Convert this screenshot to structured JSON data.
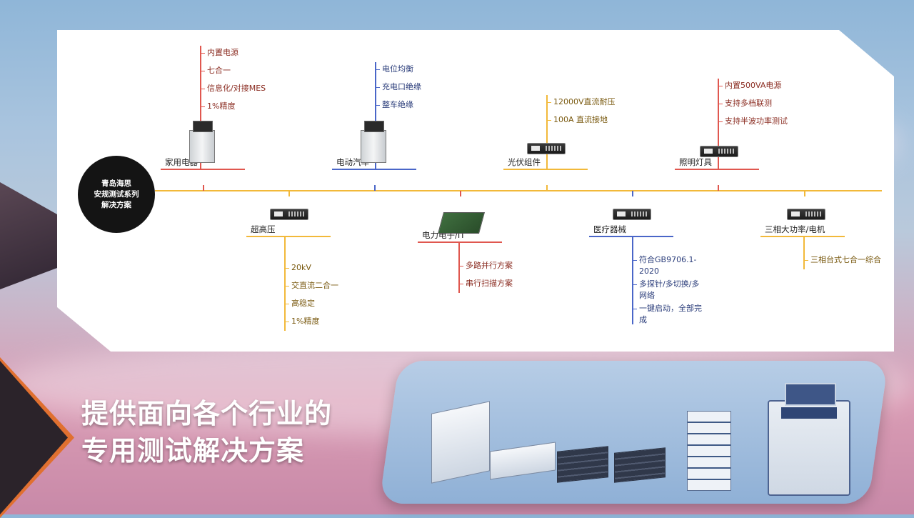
{
  "center": {
    "lines": [
      "青岛海思",
      "安规测试系列",
      "解决方案"
    ]
  },
  "categories": [
    {
      "name": "家用电器",
      "color": "#e0574f",
      "items": [
        "内置电源",
        "七合一",
        "信息化/对接MES",
        "1%精度"
      ]
    },
    {
      "name": "超高压",
      "color": "#f2b93a",
      "items": [
        "20kV",
        "交直流二合一",
        "高稳定",
        "1%精度"
      ]
    },
    {
      "name": "电动汽车",
      "color": "#4a66c8",
      "items": [
        "电位均衡",
        "充电口绝缘",
        "整车绝缘"
      ]
    },
    {
      "name": "电力电子/IT",
      "color": "#e0574f",
      "items": [
        "多路并行方案",
        "串行扫描方案"
      ]
    },
    {
      "name": "光伏组件",
      "color": "#f2b93a",
      "items": [
        "12000V直流耐压",
        "100A 直流接地"
      ]
    },
    {
      "name": "医疗器械",
      "color": "#4a66c8",
      "items": [
        "符合GB9706.1-2020",
        "多探针/多切换/多网络",
        "一键启动，全部完成"
      ]
    },
    {
      "name": "照明灯具",
      "color": "#e0574f",
      "items": [
        "内置500VA电源",
        "支持多档联测",
        "支持半波功率测试"
      ]
    },
    {
      "name": "三相大功率/电机",
      "color": "#f2b93a",
      "items": [
        "三相台式七合一综合"
      ]
    }
  ],
  "headline": {
    "line1": "提供面向各个行业的",
    "line2": "专用测试解决方案"
  },
  "colors": {
    "timeline": "#f2b93a",
    "red": "#e0574f",
    "yellow": "#f2b93a",
    "blue": "#4a66c8"
  }
}
